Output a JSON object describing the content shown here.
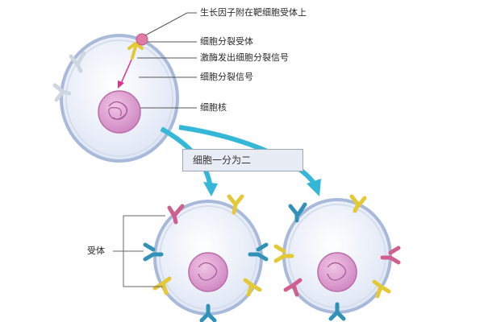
{
  "labels": {
    "growth_factor": "生长因子附在靶细胞受体上",
    "receptor": "细胞分裂受体",
    "enzyme_signal": "激酶发出细胞分裂信号",
    "division_signal": "细胞分裂信号",
    "nucleus": "细胞核",
    "division_banner": "细胞一分为二",
    "receptor_bottom": "受体"
  },
  "colors": {
    "cell_fill": "#e9eef9",
    "cell_stroke": "#9fb3d6",
    "nucleus": "#d690c9",
    "arrow": "#35b8d8",
    "signal": "#d9348e",
    "receptor_teal": "#2f92b6",
    "receptor_yellow": "#e3c935",
    "receptor_pink": "#cf5f8f"
  }
}
